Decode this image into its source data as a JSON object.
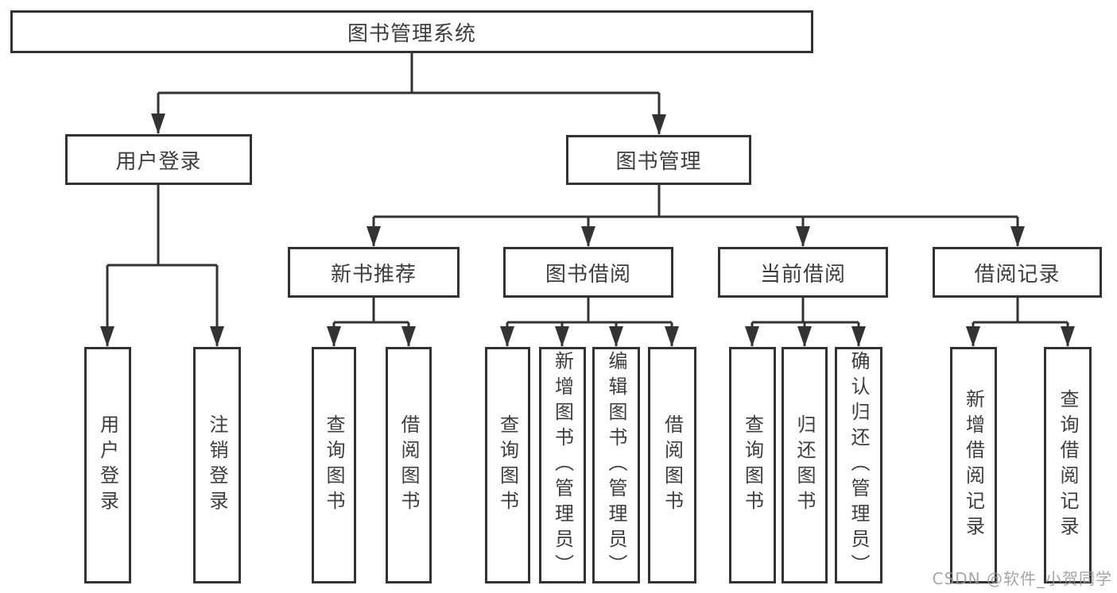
{
  "diagram": {
    "type": "functional-structure-tree",
    "colors": {
      "background": "#ffffff",
      "box_border": "#333333",
      "connector_line": "#333333",
      "text": "#3d3d3d",
      "watermark_text": "#969696"
    },
    "tree": {
      "root": {
        "label": "图书管理系统",
        "children": [
          {
            "label": "用户登录",
            "children": [
              {
                "label": "用户登录"
              },
              {
                "label": "注销登录"
              }
            ]
          },
          {
            "label": "图书管理",
            "children": [
              {
                "label": "新书推荐",
                "children": [
                  {
                    "label": "查询图书"
                  },
                  {
                    "label": "借阅图书"
                  }
                ]
              },
              {
                "label": "图书借阅",
                "children": [
                  {
                    "label": "查询图书"
                  },
                  {
                    "label": "新增图书（管理员）"
                  },
                  {
                    "label": "编辑图书（管理员）"
                  },
                  {
                    "label": "借阅图书"
                  }
                ]
              },
              {
                "label": "当前借阅",
                "children": [
                  {
                    "label": "查询图书"
                  },
                  {
                    "label": "归还图书"
                  },
                  {
                    "label": "确认归还（管理员）"
                  }
                ]
              },
              {
                "label": "借阅记录",
                "children": [
                  {
                    "label": "新增借阅记录"
                  },
                  {
                    "label": "查询借阅记录"
                  }
                ]
              }
            ]
          }
        ]
      }
    }
  },
  "watermark": {
    "text": "CSDN @软件_小贺同学"
  }
}
